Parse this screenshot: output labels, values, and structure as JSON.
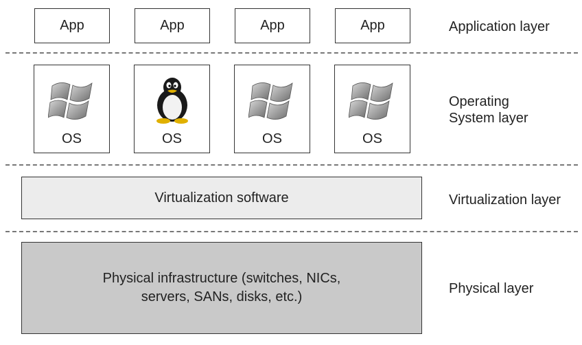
{
  "application_layer": {
    "apps": [
      {
        "label": "App"
      },
      {
        "label": "App"
      },
      {
        "label": "App"
      },
      {
        "label": "App"
      }
    ],
    "layer_label": "Application layer"
  },
  "os_layer": {
    "systems": [
      {
        "icon": "windows-logo-icon",
        "label": "OS"
      },
      {
        "icon": "linux-penguin-icon",
        "label": "OS"
      },
      {
        "icon": "windows-logo-icon",
        "label": "OS"
      },
      {
        "icon": "windows-logo-icon",
        "label": "OS"
      }
    ],
    "layer_label": "Operating\nSystem layer"
  },
  "virtualization_layer": {
    "box_label": "Virtualization software",
    "layer_label": "Virtualization layer"
  },
  "physical_layer": {
    "box_label": "Physical infrastructure (switches, NICs,\nservers, SANs, disks, etc.)",
    "layer_label": "Physical layer"
  },
  "colors": {
    "virtualization_fill": "#ececec",
    "physical_fill": "#c9c9c9",
    "border": "#333333",
    "divider": "#777777"
  }
}
